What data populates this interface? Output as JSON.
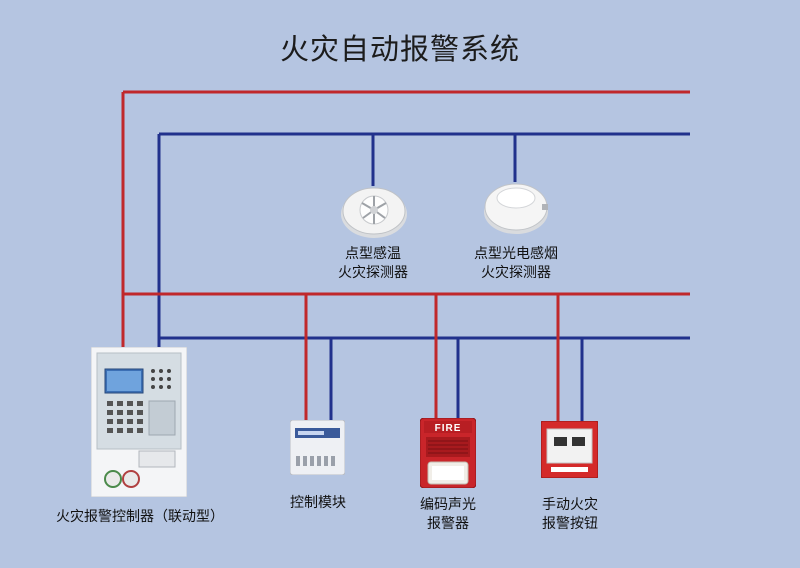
{
  "title": "火灾自动报警系统",
  "colors": {
    "background": "#b5c5e1",
    "power_line": "#c0282b",
    "signal_line": "#21318c"
  },
  "devices": {
    "heat_detector": {
      "label_lines": [
        "点型感温",
        "火灾探测器"
      ]
    },
    "smoke_detector": {
      "label_lines": [
        "点型光电感烟",
        "火灾探测器"
      ]
    },
    "controller": {
      "label": "火灾报警控制器（联动型）",
      "icon": "fire-alarm-control-panel"
    },
    "control_module": {
      "label_lines": [
        "控制模块"
      ]
    },
    "sounder_strobe": {
      "label_lines": [
        "编码声光",
        "报警器"
      ],
      "panel_text": "FIRE"
    },
    "manual_call_point": {
      "label_lines": [
        "手动火灾",
        "报警按钮"
      ]
    }
  }
}
